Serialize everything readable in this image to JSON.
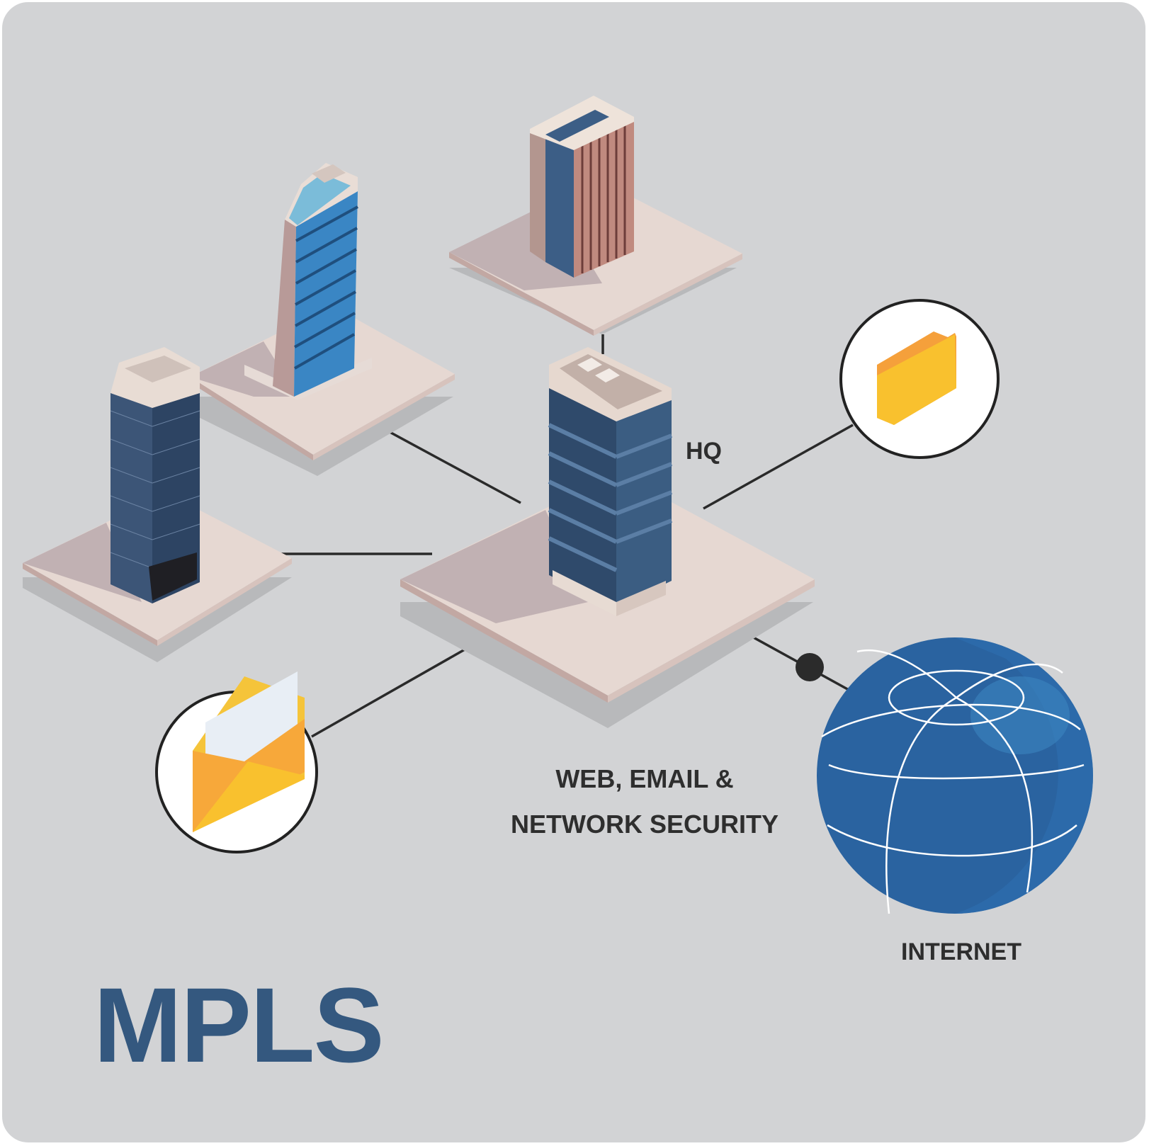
{
  "title": "MPLS",
  "nodes": {
    "hq": "HQ",
    "services": [
      "WEB, EMAIL &",
      "NETWORK SECURITY"
    ],
    "internet": "INTERNET"
  },
  "icons": [
    "office-tower-icon",
    "skyscraper-icon",
    "office-block-icon",
    "hq-building-icon",
    "folder-icon",
    "email-envelope-icon",
    "globe-icon"
  ],
  "colors": {
    "background": "#d2d3d5",
    "tile": "#e7d9d3",
    "title": "#34587f",
    "globe": "#2a63a0",
    "folder": "#f9c12e",
    "envelope": "#f5a03b"
  }
}
